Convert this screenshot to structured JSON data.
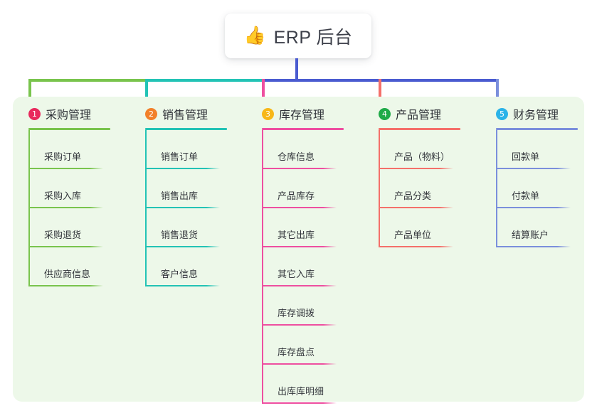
{
  "root": {
    "emoji": "👍",
    "emoji_name": "thumbs-up-icon",
    "title": "ERP 后台"
  },
  "palette": {
    "panel_bg": "#edf8e9",
    "trunk": "#4a5bd0",
    "card_bg": "#ffffff",
    "text": "#2f3238"
  },
  "columns": [
    {
      "number": "1",
      "title": "采购管理",
      "badge_color": "#e8295c",
      "line_color": "#79c44d",
      "items": [
        "采购订单",
        "采购入库",
        "采购退货",
        "供应商信息"
      ]
    },
    {
      "number": "2",
      "title": "销售管理",
      "badge_color": "#f2802a",
      "line_color": "#23c3b5",
      "items": [
        "销售订单",
        "销售出库",
        "销售退货",
        "客户信息"
      ]
    },
    {
      "number": "3",
      "title": "库存管理",
      "badge_color": "#f7b718",
      "line_color": "#ee4fa0",
      "items": [
        "仓库信息",
        "产品库存",
        "其它出库",
        "其它入库",
        "库存调拨",
        "库存盘点",
        "出库库明细"
      ]
    },
    {
      "number": "4",
      "title": "产品管理",
      "badge_color": "#1faa48",
      "line_color": "#f4706a",
      "items": [
        "产品（物料）",
        "产品分类",
        "产品单位"
      ]
    },
    {
      "number": "5",
      "title": "财务管理",
      "badge_color": "#2bb3e8",
      "line_color": "#7b8fdc",
      "items": [
        "回款单",
        "付款单",
        "结算账户"
      ]
    }
  ]
}
